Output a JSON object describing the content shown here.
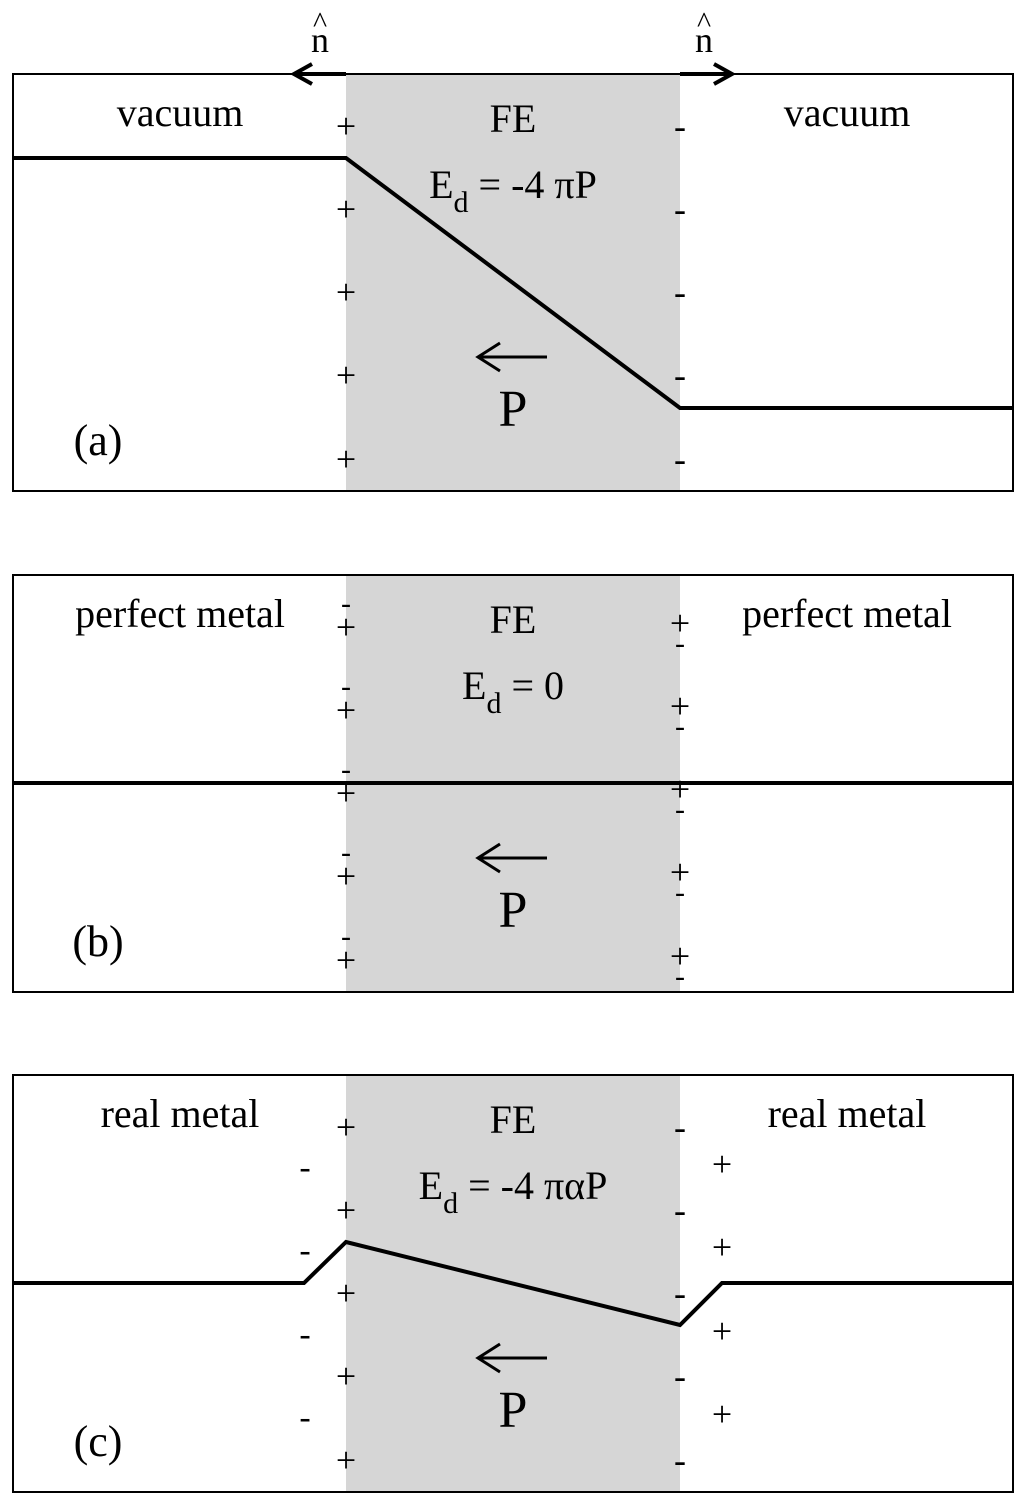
{
  "colors": {
    "fe_fill": "#d6d6d6",
    "line": "#000000",
    "background": "#ffffff"
  },
  "normal_label": "n",
  "normal_hat": "^",
  "panels": [
    {
      "id": "a",
      "tag": "(a)",
      "left_label": "vacuum",
      "right_label": "vacuum",
      "fe_label": "FE",
      "field_E": "E",
      "field_sub": "d",
      "field_rest": "= -4 πP",
      "p_label": "P",
      "left_charges": [
        "+",
        "+",
        "+",
        "+",
        "+"
      ],
      "right_charges": [
        "-",
        "-",
        "-",
        "-",
        "-"
      ]
    },
    {
      "id": "b",
      "tag": "(b)",
      "left_label": "perfect metal",
      "right_label": "perfect metal",
      "fe_label": "FE",
      "field_E": "E",
      "field_sub": "d",
      "field_rest": "= 0",
      "p_label": "P",
      "left_charges": [
        "-+",
        "-+",
        "-+",
        "-+",
        "-+"
      ],
      "right_charges": [
        "+-",
        "+-",
        "+-",
        "+-",
        "+-"
      ]
    },
    {
      "id": "c",
      "tag": "(c)",
      "left_label": "real metal",
      "right_label": "real metal",
      "fe_label": "FE",
      "field_E": "E",
      "field_sub": "d",
      "field_rest": "= -4 παP",
      "p_label": "P",
      "left_charges": [
        "+",
        "+",
        "+",
        "+",
        "+"
      ],
      "right_charges": [
        "-",
        "-",
        "-",
        "-",
        "-"
      ],
      "left_metal_charges": [
        "-",
        "-",
        "-",
        "-"
      ],
      "right_metal_charges": [
        "+",
        "+",
        "+",
        "+"
      ]
    }
  ]
}
